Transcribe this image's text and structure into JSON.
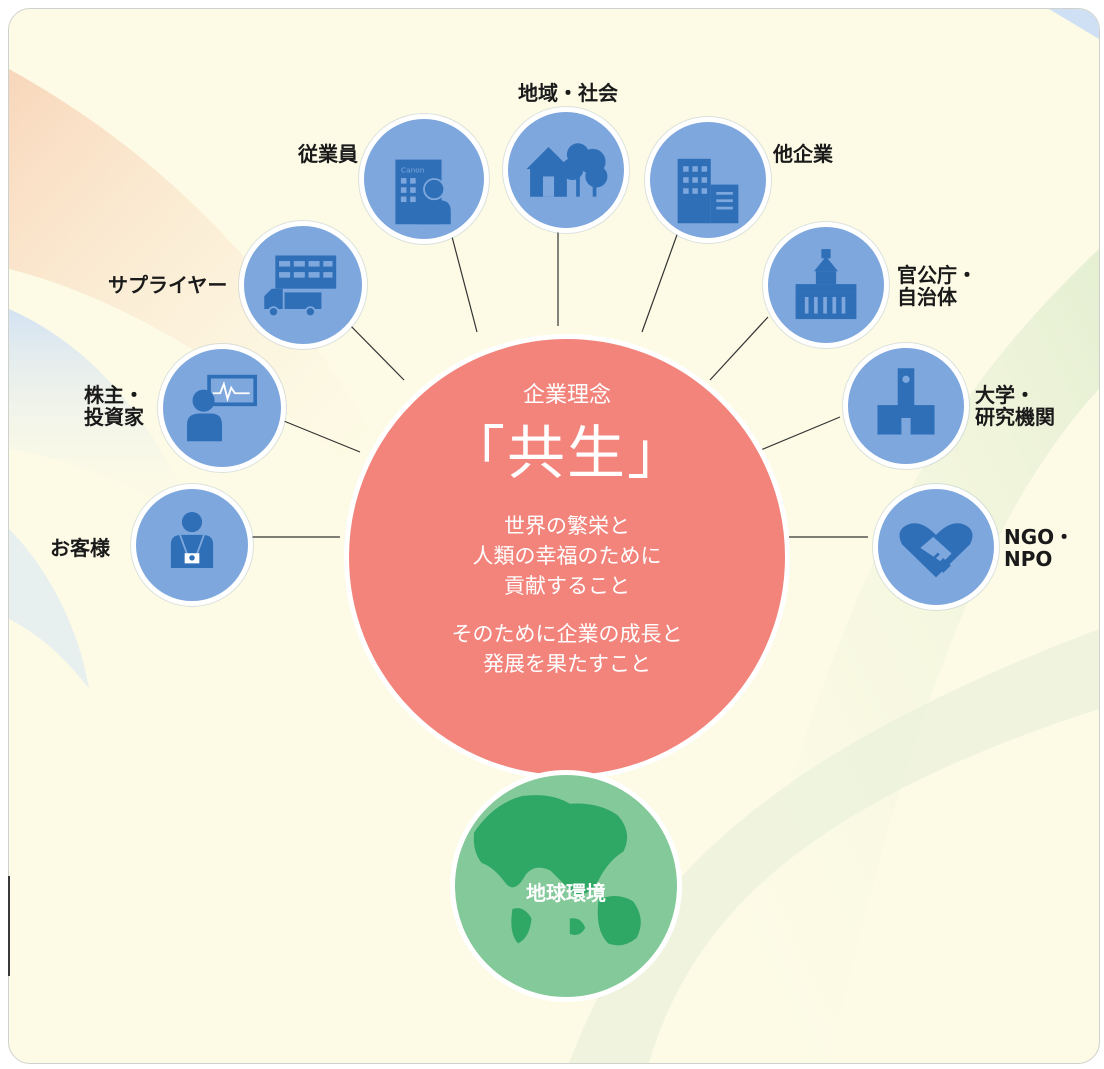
{
  "center": {
    "small_title": "企業理念",
    "big_title": "「共生」",
    "paragraph1": "世界の繁栄と\n人類の幸福のために\n貢献すること",
    "paragraph2": "そのために企業の成長と\n発展を果たすこと"
  },
  "stakeholders": [
    {
      "id": "customers",
      "label": "お客様",
      "icon": "customer-camera-icon"
    },
    {
      "id": "shareholders",
      "label": "株主・\n投資家",
      "icon": "investor-chart-icon"
    },
    {
      "id": "suppliers",
      "label": "サプライヤー",
      "icon": "truck-factory-icon"
    },
    {
      "id": "employees",
      "label": "従業員",
      "icon": "employee-building-icon"
    },
    {
      "id": "community",
      "label": "地域・社会",
      "icon": "house-trees-icon"
    },
    {
      "id": "companies",
      "label": "他企業",
      "icon": "office-buildings-icon"
    },
    {
      "id": "government",
      "label": "官公庁・\n自治体",
      "icon": "parliament-building-icon"
    },
    {
      "id": "universities",
      "label": "大学・\n研究機関",
      "icon": "university-tower-icon"
    },
    {
      "id": "ngo",
      "label": "NGO・\nNPO",
      "icon": "handshake-heart-icon"
    }
  ],
  "environment": {
    "label": "地球環境",
    "icon": "globe-icon"
  },
  "icon_text": {
    "building_sign": "Canon"
  },
  "colors": {
    "center": "#f2847c",
    "node": "#7ea7dd",
    "icon": "#2f6fb8",
    "earth": "#84c99a",
    "earth_land": "#2fa765"
  }
}
